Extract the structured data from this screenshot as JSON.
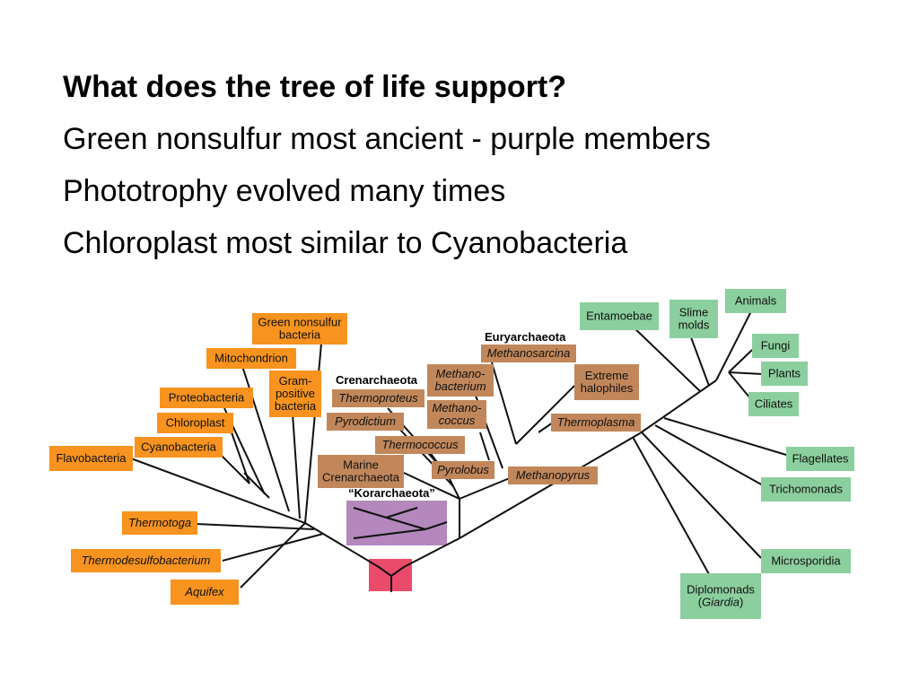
{
  "slide": {
    "heading": "What does the tree of life support?",
    "points": [
      "Green nonsulfur most ancient - purple members",
      "Phototrophy evolved many times",
      "Chloroplast most similar to Cyanobacteria"
    ]
  },
  "colors": {
    "bacteria": "#f7931e",
    "archaea": "#c1875a",
    "eukarya": "#8ccf9e",
    "korarchaeota": "#b487bd",
    "root": "#ea4b6a",
    "branch": "#111111"
  },
  "tree": {
    "bacteria": [
      {
        "lines": [
          "Green nonsulfur",
          "bacteria"
        ],
        "italic": false
      },
      {
        "lines": [
          "Mitochondrion"
        ],
        "italic": false
      },
      {
        "lines": [
          "Gram-",
          "positive",
          "bacteria"
        ],
        "italic": false
      },
      {
        "lines": [
          "Proteobacteria"
        ],
        "italic": false
      },
      {
        "lines": [
          "Chloroplast"
        ],
        "italic": false
      },
      {
        "lines": [
          "Cyanobacteria"
        ],
        "italic": false
      },
      {
        "lines": [
          "Flavobacteria"
        ],
        "italic": false
      },
      {
        "lines": [
          "Thermotoga"
        ],
        "italic": true
      },
      {
        "lines": [
          "Thermodesulfobacterium"
        ],
        "italic": true
      },
      {
        "lines": [
          "Aquifex"
        ],
        "italic": true
      }
    ],
    "archaea_headers": {
      "crenarchaeota": "Crenarchaeota",
      "euryarchaeota": "Euryarchaeota",
      "korarchaeota": "“Korarchaeota”"
    },
    "archaea": [
      {
        "lines": [
          "Thermoproteus"
        ],
        "italic": true
      },
      {
        "lines": [
          "Pyrodictium"
        ],
        "italic": true
      },
      {
        "lines": [
          "Thermococcus"
        ],
        "italic": true
      },
      {
        "lines": [
          "Marine",
          "Crenarchaeota"
        ],
        "italic": false
      },
      {
        "lines": [
          "Pyrolobus"
        ],
        "italic": true
      },
      {
        "lines": [
          "Methanosarcina"
        ],
        "italic": true
      },
      {
        "lines": [
          "Methano-",
          "bacterium"
        ],
        "italic": true
      },
      {
        "lines": [
          "Methano-",
          "coccus"
        ],
        "italic": true
      },
      {
        "lines": [
          "Extreme",
          "halophiles"
        ],
        "italic": false
      },
      {
        "lines": [
          "Thermoplasma"
        ],
        "italic": true
      },
      {
        "lines": [
          "Methanopyrus"
        ],
        "italic": true
      }
    ],
    "eukarya": [
      {
        "lines": [
          "Entamoebae"
        ],
        "italic": false
      },
      {
        "lines": [
          "Slime",
          "molds"
        ],
        "italic": false
      },
      {
        "lines": [
          "Animals"
        ],
        "italic": false
      },
      {
        "lines": [
          "Fungi"
        ],
        "italic": false
      },
      {
        "lines": [
          "Plants"
        ],
        "italic": false
      },
      {
        "lines": [
          "Ciliates"
        ],
        "italic": false
      },
      {
        "lines": [
          "Flagellates"
        ],
        "italic": false
      },
      {
        "lines": [
          "Trichomonads"
        ],
        "italic": false
      },
      {
        "lines": [
          "Microsporidia"
        ],
        "italic": false
      },
      {
        "lines": [
          "Diplomonads",
          "(",
          "Giardia",
          ")"
        ],
        "italic": false
      }
    ]
  }
}
